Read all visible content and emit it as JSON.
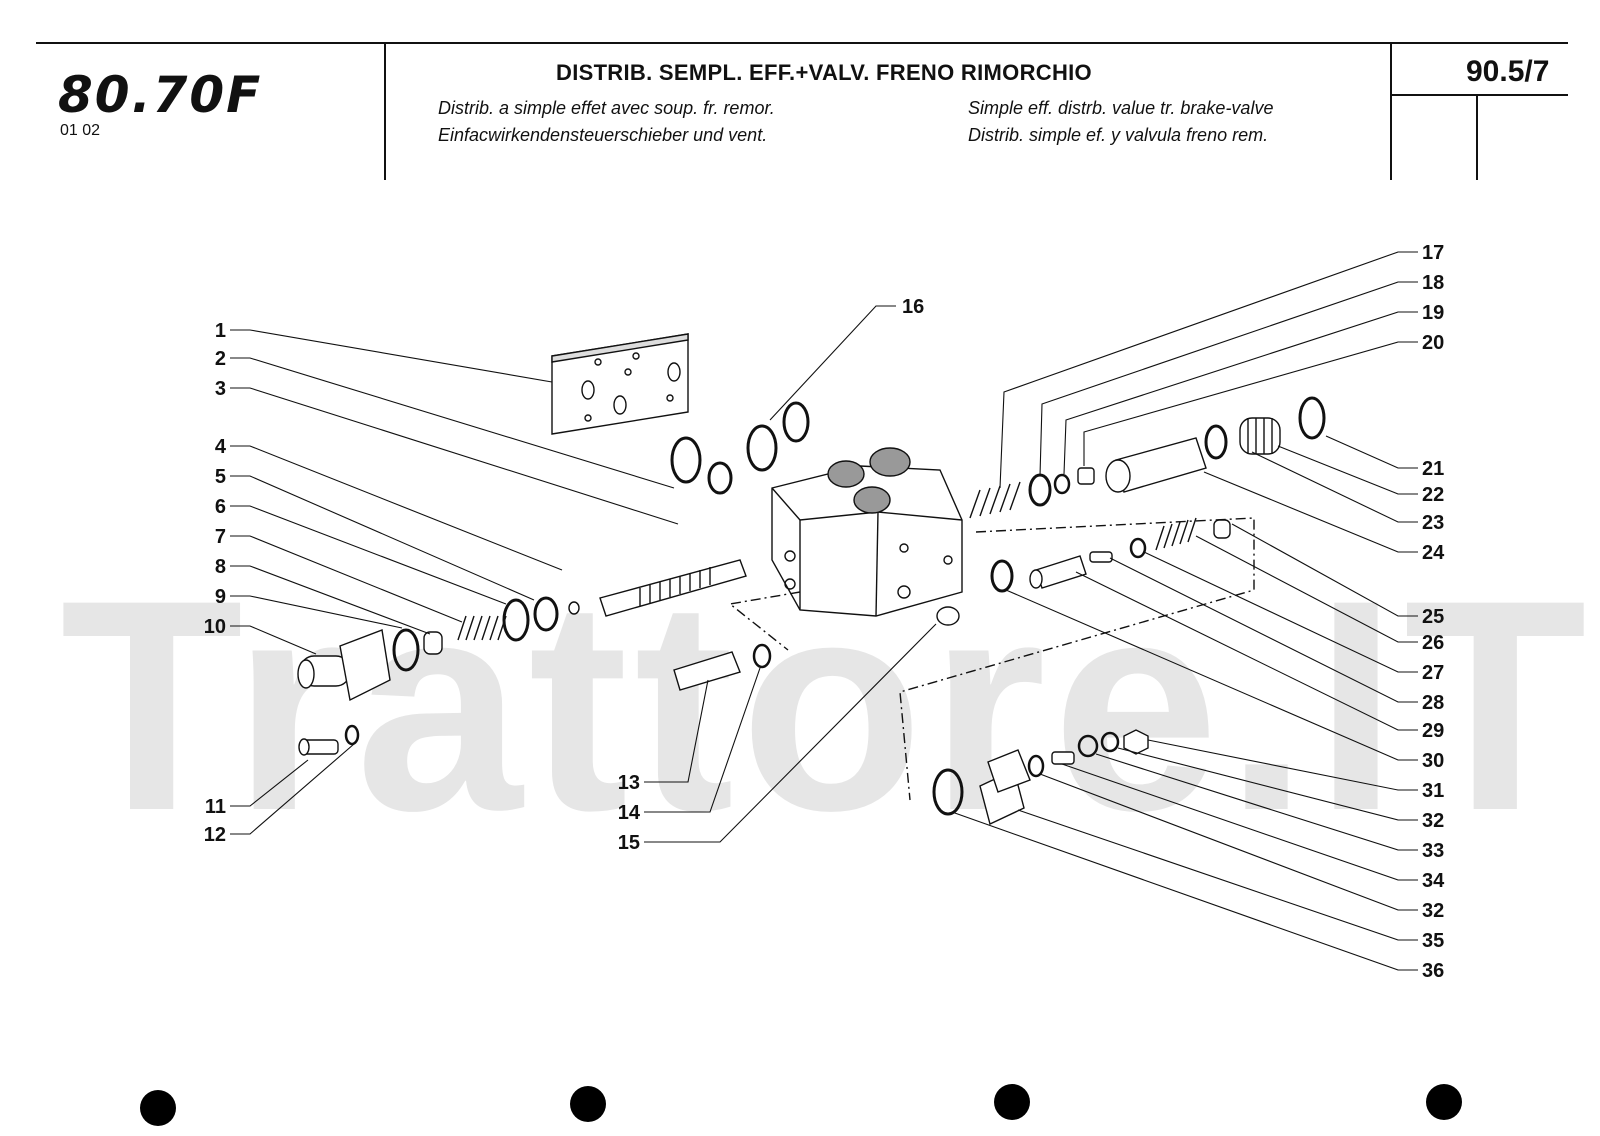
{
  "header": {
    "logo": "80.70F",
    "logo_code": "01 02",
    "title": "DISTRIB. SEMPL. EFF.+VALV. FRENO RIMORCHIO",
    "subtitles": [
      "Distrib. a simple effet avec soup. fr. remor.",
      "Simple eff. distrb. value tr. brake-valve",
      "Einfacwirkendensteuerschieber und vent.",
      "Distrib. simple ef. y valvula freno rem."
    ],
    "page_number": "90.5/7"
  },
  "watermark": "Trattore.IT",
  "callouts": {
    "c1": "1",
    "c2": "2",
    "c3": "3",
    "c4": "4",
    "c5": "5",
    "c6": "6",
    "c7": "7",
    "c8": "8",
    "c9": "9",
    "c10": "10",
    "c11": "11",
    "c12": "12",
    "c13": "13",
    "c14": "14",
    "c15": "15",
    "c16": "16",
    "c17": "17",
    "c18": "18",
    "c19": "19",
    "c20": "20",
    "c21": "21",
    "c22": "22",
    "c23": "23",
    "c24": "24",
    "c25": "25",
    "c26": "26",
    "c27": "27",
    "c28": "28",
    "c29": "29",
    "c30": "30",
    "c31": "31",
    "c32a": "32",
    "c33": "33",
    "c34": "34",
    "c32b": "32",
    "c35": "35",
    "c36": "36"
  }
}
